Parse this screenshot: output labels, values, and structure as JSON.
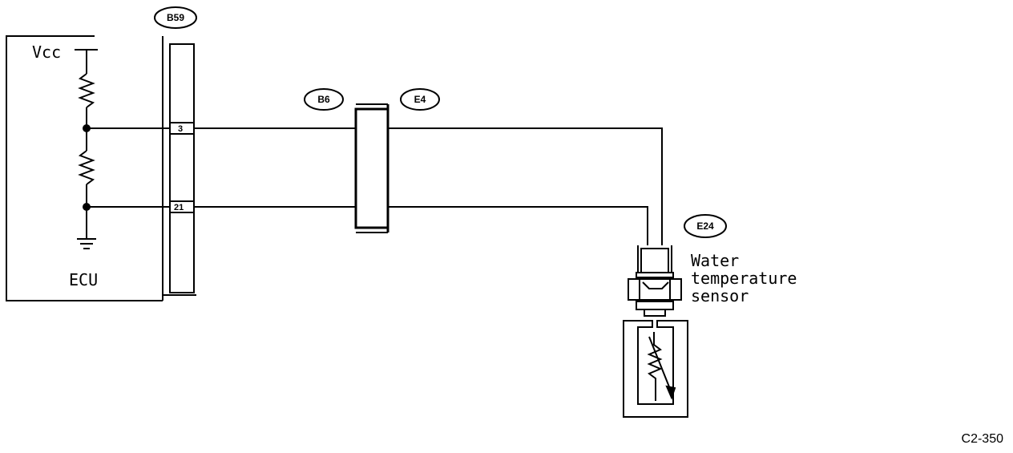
{
  "ecu": {
    "label": "ECU",
    "vcc_label": "Vcc"
  },
  "connectors": {
    "ecu_connector": "B59",
    "inline_left": "B6",
    "inline_right": "E4",
    "sensor_connector": "E24"
  },
  "pins": {
    "upper": "3",
    "lower": "21"
  },
  "sensor": {
    "line1": "Water",
    "line2": "temperature",
    "line3": "sensor"
  },
  "figure_ref": "C2-350",
  "colors": {
    "ink": "#000000",
    "paper": "#ffffff"
  }
}
